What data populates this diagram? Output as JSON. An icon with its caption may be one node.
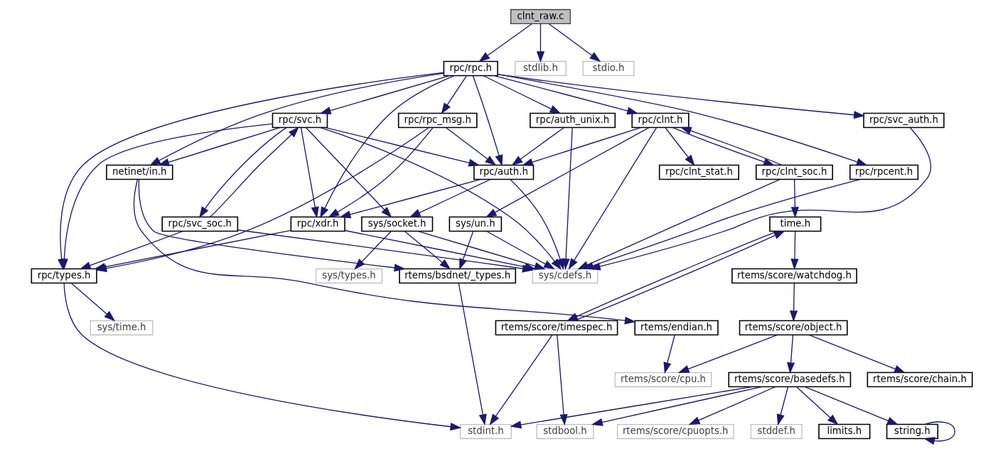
{
  "diagram": {
    "nodes": [
      {
        "text": [
          "clnt_raw.c"
        ]
      },
      {
        "text": [
          "rpc/rpc.h"
        ]
      },
      {
        "text": [
          "stdlib.h"
        ]
      },
      {
        "text": [
          "stdio.h"
        ]
      },
      {
        "text": [
          "rpc/svc.h"
        ]
      },
      {
        "text": [
          "rpc/rpc_msg.h"
        ]
      },
      {
        "text": [
          "rpc/auth_unix.h"
        ]
      },
      {
        "text": [
          "rpc/clnt.h"
        ]
      },
      {
        "text": [
          "rpc/rpcent.h"
        ]
      },
      {
        "text": [
          "netinet/in.h"
        ]
      },
      {
        "text": [
          "rpc/auth.h"
        ]
      },
      {
        "text": [
          "rpc/clnt_stat.h"
        ]
      },
      {
        "text": [
          "rpc/clnt_soc.h"
        ]
      },
      {
        "text": [
          "rpc/svc_auth.h"
        ]
      },
      {
        "text": [
          "rpc/svc_soc.h"
        ]
      },
      {
        "text": [
          "rpc/xdr.h"
        ]
      },
      {
        "text": [
          "sys/socket.h"
        ]
      },
      {
        "text": [
          "sys/un.h"
        ]
      },
      {
        "text": [
          "time.h"
        ]
      },
      {
        "text": [
          "rpc/types.h"
        ]
      },
      {
        "text": [
          "sys/types.h"
        ]
      },
      {
        "text": [
          "rtems/bsdnet/_types.h"
        ]
      },
      {
        "text": [
          "sys/cdefs.h"
        ]
      },
      {
        "text": [
          "rtems/score/watchdog.h"
        ]
      },
      {
        "text": [
          "sys/time.h"
        ]
      },
      {
        "text": [
          "rtems/endian.h"
        ]
      },
      {
        "text": [
          "rtems/score/object.h"
        ]
      },
      {
        "text": [
          "rtems/score/timespec.h"
        ]
      },
      {
        "text": [
          "rtems/score/cpu.h"
        ]
      },
      {
        "text": [
          "rtems/score/chain.h"
        ]
      },
      {
        "text": [
          "rtems/score/basedefs.h"
        ]
      },
      {
        "text": [
          "stdint.h"
        ]
      },
      {
        "text": [
          "limits.h"
        ]
      },
      {
        "text": [
          "string.h"
        ]
      },
      {
        "text": [
          "rtems/score/cpuopts.h"
        ]
      },
      {
        "text": [
          "stddef.h"
        ]
      },
      {
        "text": [
          "stdbool.h"
        ]
      }
    ],
    "edges": [
      {
        "from": 0,
        "to": 1,
        "arrow": "to"
      },
      {
        "from": 0,
        "to": 2,
        "arrow": "to"
      },
      {
        "from": 0,
        "to": 3,
        "arrow": "to"
      },
      {
        "from": 1,
        "to": 4,
        "arrow": "to"
      },
      {
        "from": 1,
        "to": 5,
        "arrow": "to"
      },
      {
        "from": 1,
        "to": 6,
        "arrow": "to"
      },
      {
        "from": 1,
        "to": 7,
        "arrow": "to"
      },
      {
        "from": 1,
        "to": 8,
        "arrow": "to"
      },
      {
        "from": 1,
        "to": 9,
        "arrow": "to"
      },
      {
        "from": 1,
        "to": 10,
        "arrow": "to"
      },
      {
        "from": 1,
        "to": 13,
        "arrow": "to"
      },
      {
        "from": 1,
        "to": 15,
        "arrow": "to"
      },
      {
        "from": 1,
        "to": 19,
        "arrow": "to"
      },
      {
        "from": 4,
        "to": 9,
        "arrow": "to"
      },
      {
        "from": 4,
        "to": 14,
        "arrow": "to"
      },
      {
        "from": 4,
        "to": 10,
        "arrow": "to"
      },
      {
        "from": 4,
        "to": 15,
        "arrow": "to"
      },
      {
        "from": 4,
        "to": 16,
        "arrow": "to"
      },
      {
        "from": 4,
        "to": 22,
        "arrow": "to"
      },
      {
        "from": 4,
        "to": 19,
        "arrow": "to"
      },
      {
        "from": 5,
        "to": 10,
        "arrow": "to"
      },
      {
        "from": 5,
        "to": 15,
        "arrow": "to"
      },
      {
        "from": 5,
        "to": 19,
        "arrow": "to"
      },
      {
        "from": 6,
        "to": 10,
        "arrow": "to"
      },
      {
        "from": 6,
        "to": 22,
        "arrow": "to"
      },
      {
        "from": 7,
        "to": 10,
        "arrow": "to"
      },
      {
        "from": 7,
        "to": 11,
        "arrow": "to"
      },
      {
        "from": 7,
        "to": 12,
        "arrow": "to"
      },
      {
        "from": 7,
        "to": 17,
        "arrow": "to"
      },
      {
        "from": 7,
        "to": 22,
        "arrow": "to"
      },
      {
        "from": 8,
        "to": 22,
        "arrow": "to"
      },
      {
        "from": 9,
        "to": 21,
        "arrow": "to"
      },
      {
        "from": 9,
        "to": 25,
        "arrow": "to"
      },
      {
        "from": 10,
        "to": 15,
        "arrow": "to"
      },
      {
        "from": 10,
        "to": 16,
        "arrow": "to"
      },
      {
        "from": 10,
        "to": 22,
        "arrow": "to"
      },
      {
        "from": 12,
        "to": 7,
        "arrow": "to"
      },
      {
        "from": 12,
        "to": 22,
        "arrow": "to"
      },
      {
        "from": 12,
        "to": 18,
        "arrow": "to"
      },
      {
        "from": 13,
        "to": 22,
        "arrow": "to"
      },
      {
        "from": 14,
        "to": 4,
        "arrow": "to"
      },
      {
        "from": 14,
        "to": 19,
        "arrow": "to"
      },
      {
        "from": 14,
        "to": 22,
        "arrow": "to"
      },
      {
        "from": 15,
        "to": 19,
        "arrow": "to"
      },
      {
        "from": 15,
        "to": 22,
        "arrow": "to"
      },
      {
        "from": 16,
        "to": 20,
        "arrow": "to"
      },
      {
        "from": 16,
        "to": 21,
        "arrow": "to"
      },
      {
        "from": 16,
        "to": 22,
        "arrow": "to"
      },
      {
        "from": 17,
        "to": 21,
        "arrow": "to"
      },
      {
        "from": 17,
        "to": 22,
        "arrow": "to"
      },
      {
        "from": 18,
        "to": 23,
        "arrow": "to"
      },
      {
        "from": 18,
        "to": 27,
        "arrow": "to"
      },
      {
        "from": 19,
        "to": 24,
        "arrow": "to"
      },
      {
        "from": 19,
        "to": 31,
        "arrow": "to"
      },
      {
        "from": 21,
        "to": 31,
        "arrow": "to"
      },
      {
        "from": 23,
        "to": 26,
        "arrow": "to"
      },
      {
        "from": 25,
        "to": 28,
        "arrow": "to"
      },
      {
        "from": 26,
        "to": 28,
        "arrow": "to"
      },
      {
        "from": 26,
        "to": 29,
        "arrow": "to"
      },
      {
        "from": 26,
        "to": 30,
        "arrow": "to"
      },
      {
        "from": 27,
        "to": 18,
        "arrow": "to"
      },
      {
        "from": 27,
        "to": 31,
        "arrow": "to"
      },
      {
        "from": 27,
        "to": 36,
        "arrow": "to"
      },
      {
        "from": 30,
        "to": 31,
        "arrow": "to"
      },
      {
        "from": 30,
        "to": 32,
        "arrow": "to"
      },
      {
        "from": 30,
        "to": 33,
        "arrow": "to"
      },
      {
        "from": 30,
        "to": 34,
        "arrow": "to"
      },
      {
        "from": 30,
        "to": 35,
        "arrow": "to"
      },
      {
        "from": 30,
        "to": 36,
        "arrow": "to"
      },
      {
        "from": 33,
        "to": 33,
        "arrow": "to"
      }
    ]
  }
}
